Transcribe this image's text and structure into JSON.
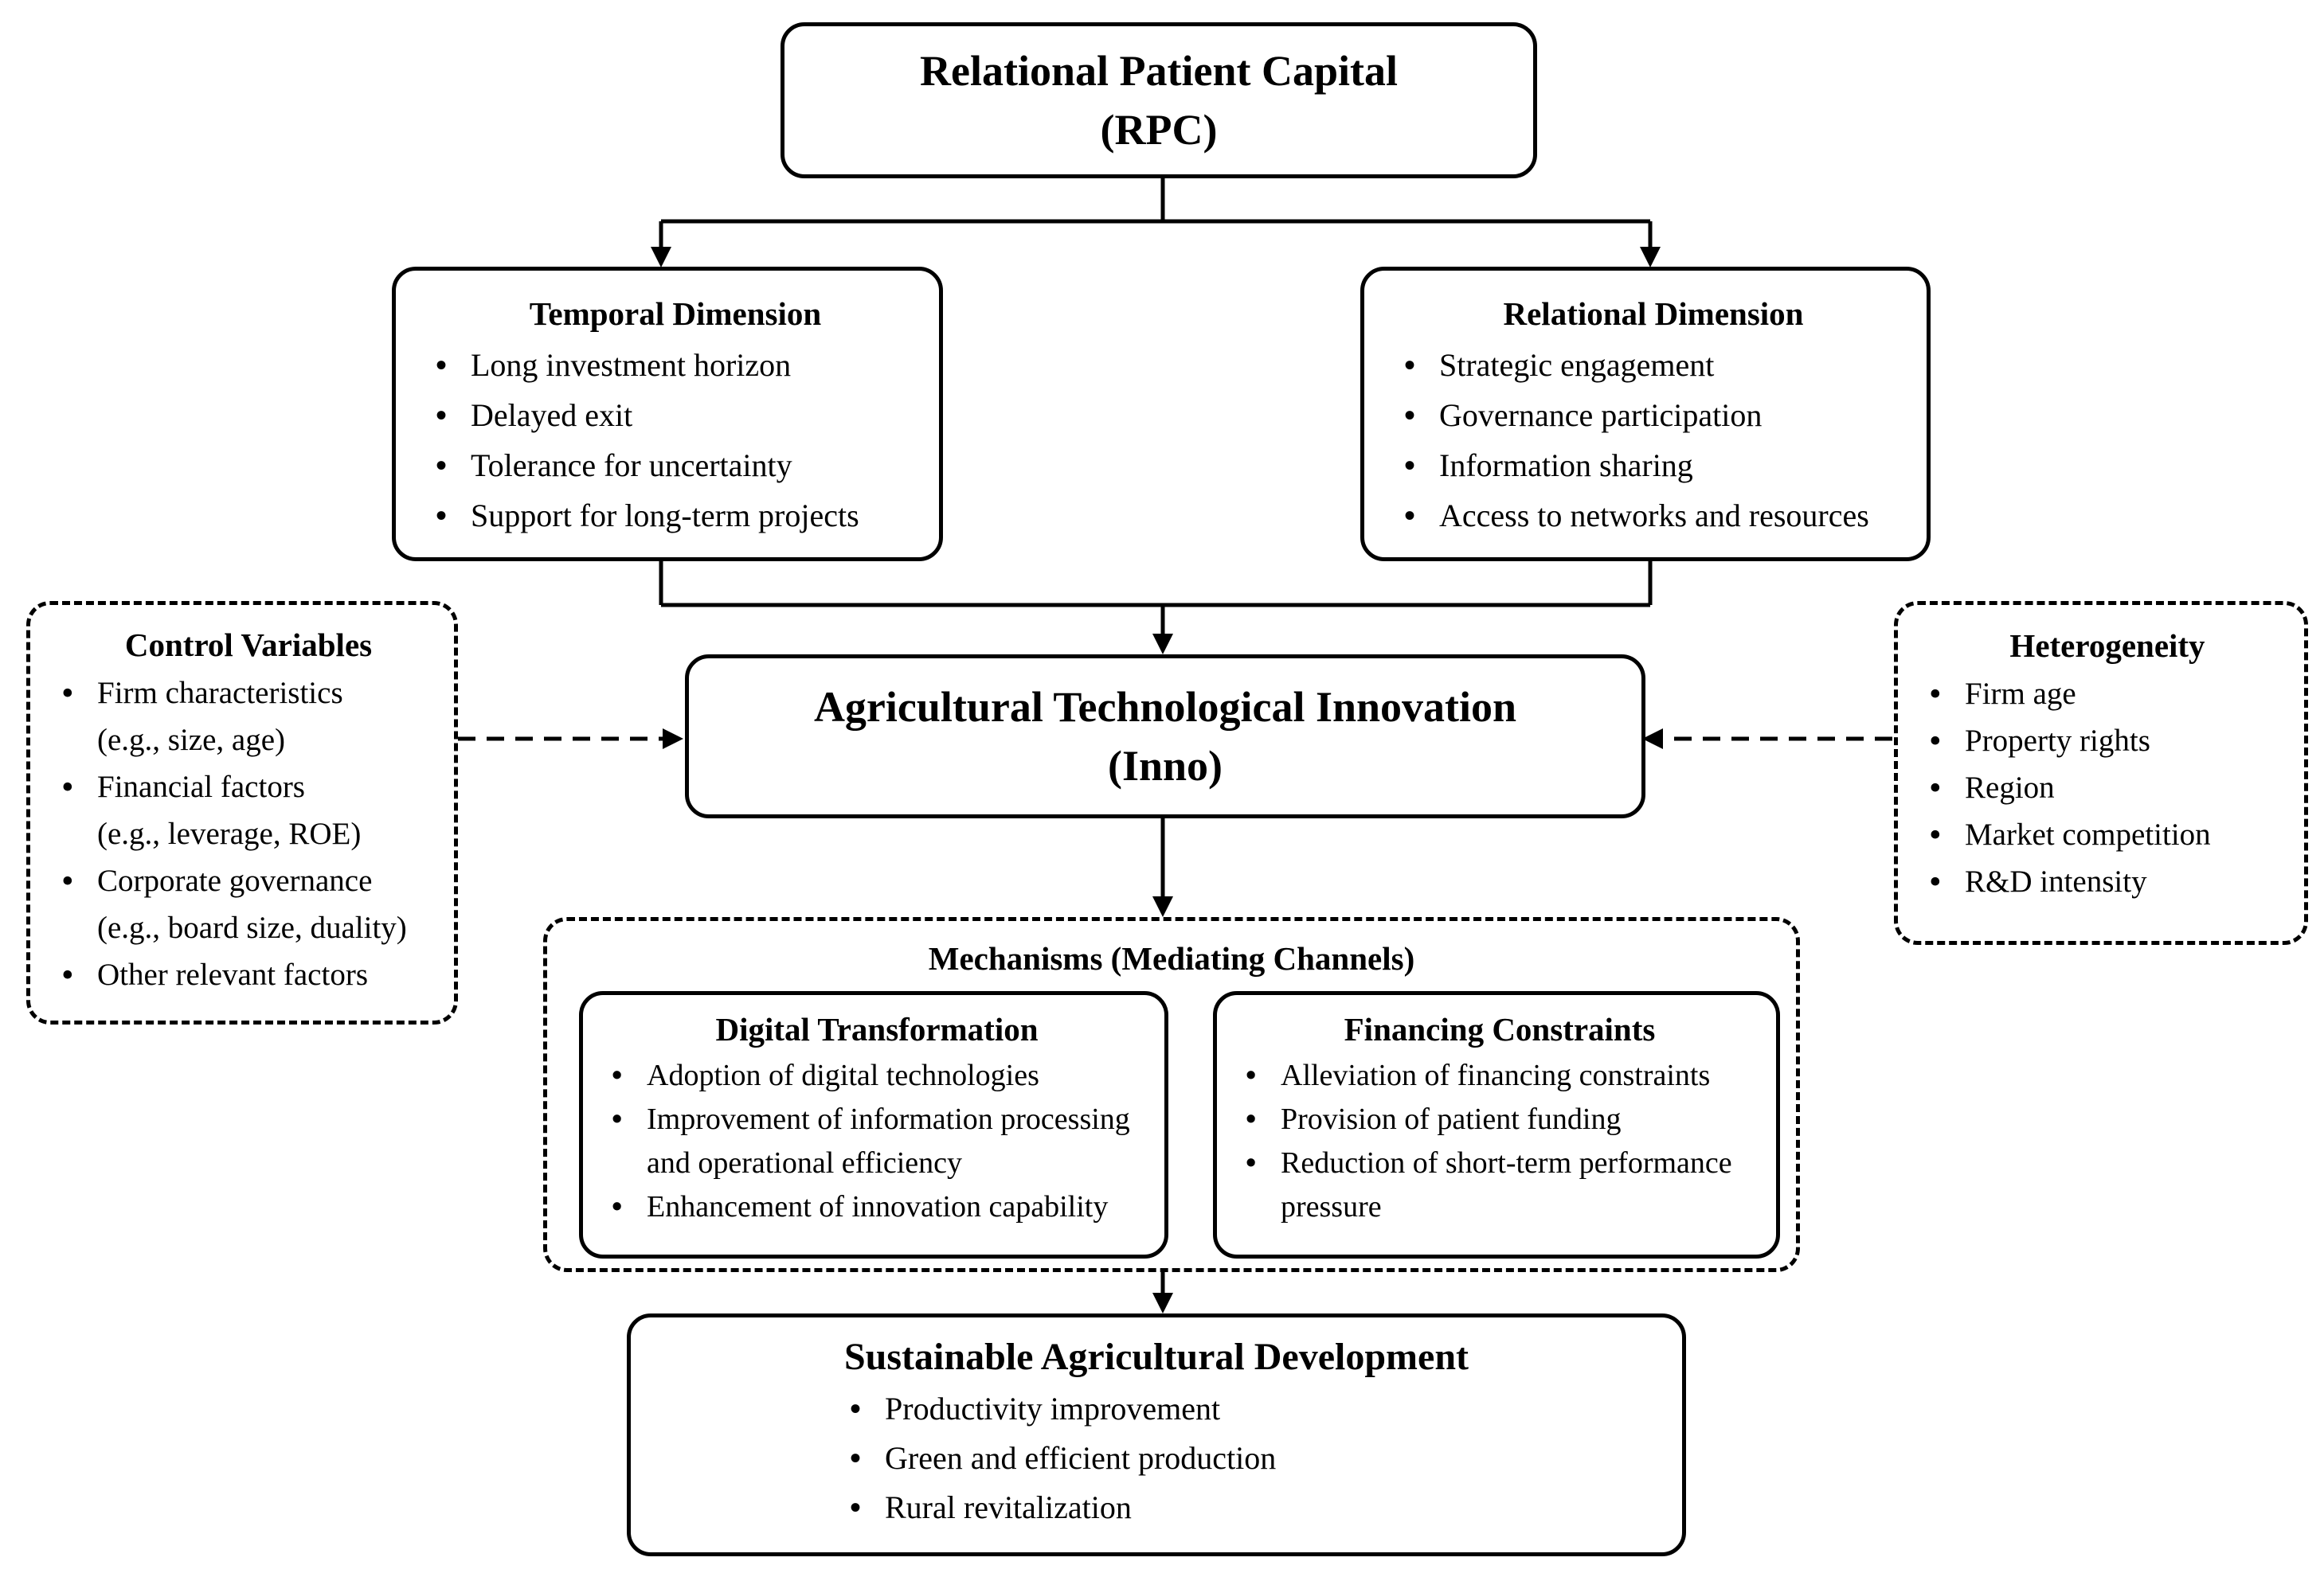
{
  "rpc": {
    "line1": "Relational Patient Capital",
    "line2": "(RPC)"
  },
  "temporal": {
    "title": "Temporal Dimension",
    "items": [
      "Long investment horizon",
      "Delayed exit",
      "Tolerance for uncertainty",
      "Support for long-term projects"
    ]
  },
  "relational": {
    "title": "Relational Dimension",
    "items": [
      "Strategic engagement",
      "Governance participation",
      "Information sharing",
      "Access to networks and resources"
    ]
  },
  "controls": {
    "title": "Control Variables",
    "items": [
      {
        "main": "Firm characteristics",
        "sub": "(e.g., size, age)"
      },
      {
        "main": "Financial factors",
        "sub": "(e.g., leverage, ROE)"
      },
      {
        "main": "Corporate governance",
        "sub": "(e.g., board size, duality)"
      },
      {
        "main": "Other relevant factors"
      }
    ]
  },
  "innovation": {
    "line1": "Agricultural Technological Innovation",
    "line2": "(Inno)"
  },
  "heterogeneity": {
    "title": "Heterogeneity",
    "items": [
      "Firm age",
      "Property rights",
      "Region",
      "Market competition",
      "R&D intensity"
    ]
  },
  "mechanisms": {
    "title": "Mechanisms (Mediating Channels)",
    "digital": {
      "title": "Digital Transformation",
      "items": [
        "Adoption of digital technologies",
        "Improvement of information processing and operational efficiency",
        "Enhancement of innovation capability"
      ]
    },
    "financing": {
      "title": "Financing Constraints",
      "items": [
        "Alleviation of financing constraints",
        "Provision of patient funding",
        "Reduction of short-term performance pressure"
      ]
    }
  },
  "sustainable": {
    "title": "Sustainable Agricultural Development",
    "items": [
      "Productivity improvement",
      "Green and efficient production",
      "Rural revitalization"
    ]
  }
}
